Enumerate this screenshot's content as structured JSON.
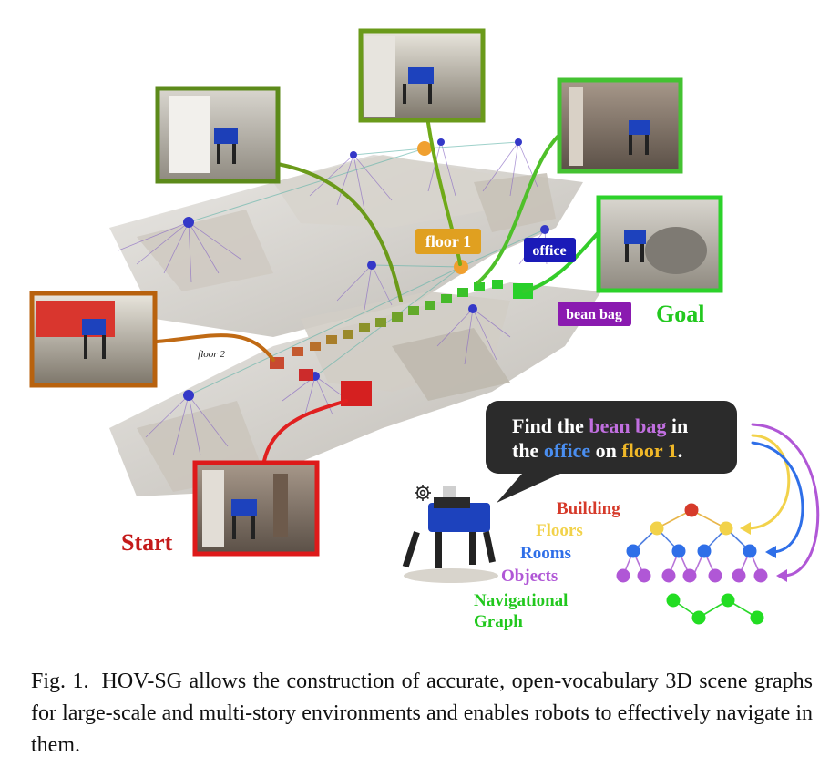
{
  "figure": {
    "labels": {
      "start": "Start",
      "goal": "Goal",
      "floor1_tag": "floor 1",
      "office_tag": "office",
      "beanbag_tag": "bean bag",
      "floor2_small": "floor 2"
    },
    "speech_bubble": {
      "line1_prefix": "Find the ",
      "line1_highlight": "bean bag",
      "line1_suffix": " in",
      "line2_prefix": "the ",
      "line2_highlight_office": "office",
      "line2_mid": " on ",
      "line2_highlight_floor": "floor 1",
      "line2_suffix": "."
    },
    "legend": {
      "building": "Building",
      "floors": "Floors",
      "rooms": "Rooms",
      "objects": "Objects",
      "nav_line1": "Navigational",
      "nav_line2": "Graph"
    },
    "colors": {
      "start_red": "#c41a1a",
      "goal_green": "#22c81e",
      "building": "#d63a2a",
      "floors": "#f2d24a",
      "rooms": "#2f6fe8",
      "objects": "#b057d6",
      "nav": "#22dd22",
      "floor_tag": "#e0a020",
      "office_tag": "#1a1ab8",
      "beanbag_tag": "#8a1ab0",
      "bubble_bg": "#2b2b2b"
    }
  },
  "caption": {
    "figure_number": "Fig. 1.",
    "text": "HOV-SG allows the construction of accurate, open-vocabulary 3D scene graphs for large-scale and multi-story environments and enables robots to effectively navigate in them."
  }
}
